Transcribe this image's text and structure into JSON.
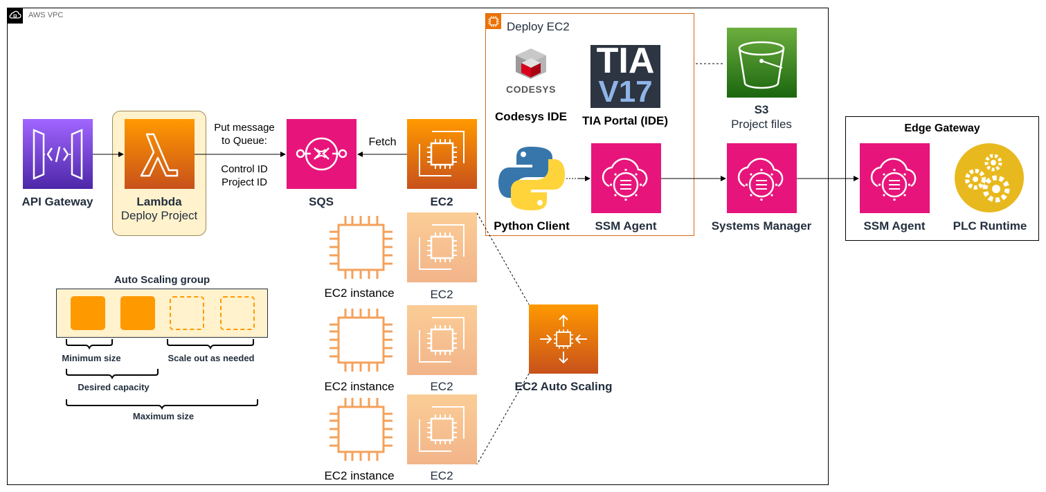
{
  "vpc": {
    "label": "AWS VPC"
  },
  "deploy_ec2": {
    "title": "Deploy EC2"
  },
  "codesys": {
    "logo_text": "CODESYS",
    "label": "Codesys IDE"
  },
  "tia": {
    "logo_line1": "TIA",
    "logo_line2": "V17",
    "label": "TIA Portal (IDE)"
  },
  "python_client": {
    "label": "Python Client"
  },
  "ssm_agent_deploy": {
    "label": "SSM Agent"
  },
  "s3": {
    "label": "S3",
    "sublabel": "Project files"
  },
  "systems_manager": {
    "label": "Systems Manager"
  },
  "edge_gateway": {
    "title": "Edge Gateway",
    "ssm_label": "SSM Agent",
    "plc_label": "PLC Runtime"
  },
  "api_gateway": {
    "label": "API Gateway"
  },
  "lambda": {
    "label": "Lambda",
    "sublabel": "Deploy Project"
  },
  "put_message": {
    "line1": "Put message",
    "line2": "to Queue:",
    "line3": "Control ID",
    "line4": "Project ID"
  },
  "sqs": {
    "label": "SQS"
  },
  "fetch": {
    "label": "Fetch"
  },
  "ec2_main": {
    "label": "EC2"
  },
  "ec2_instances": [
    {
      "instance_label": "EC2 instance",
      "ec2_label": "EC2"
    },
    {
      "instance_label": "EC2 instance",
      "ec2_label": "EC2"
    },
    {
      "instance_label": "EC2 instance",
      "ec2_label": "EC2"
    }
  ],
  "ec2_auto_scaling": {
    "label": "EC2 Auto Scaling"
  },
  "asg": {
    "title": "Auto Scaling group",
    "minimum_size": "Minimum size",
    "scale_out": "Scale out as needed",
    "desired_capacity": "Desired capacity",
    "maximum_size": "Maximum size"
  },
  "colors": {
    "orange": "#ED7100",
    "pink": "#E7157B",
    "purple": "#8C4FFF",
    "green": "#3F8624",
    "lambda_bg": "#FFF2CC",
    "lambda_border": "#9C8A5A"
  }
}
